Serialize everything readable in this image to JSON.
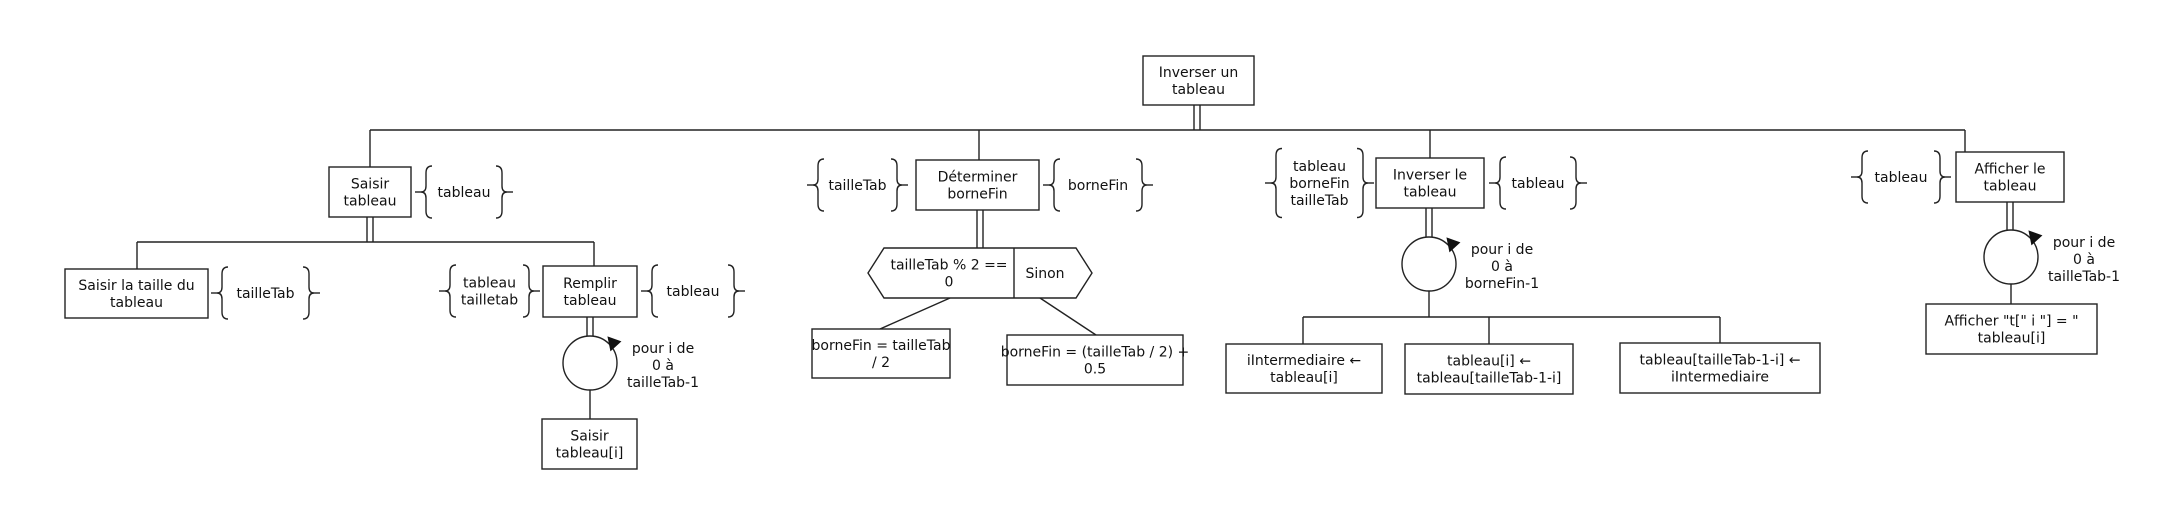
{
  "root": {
    "label": [
      "Inverser un",
      "tableau"
    ]
  },
  "saisir": {
    "label": [
      "Saisir",
      "tableau"
    ],
    "out": [
      "tableau"
    ],
    "taille": {
      "label": [
        "Saisir la taille du",
        "tableau"
      ],
      "out": [
        "tailleTab"
      ]
    },
    "remplir": {
      "label": [
        "Remplir",
        "tableau"
      ],
      "in": [
        "tableau",
        "tailletab"
      ],
      "out": [
        "tableau"
      ],
      "loop": [
        "pour i de",
        "0 à",
        "tailleTab-1"
      ],
      "child": [
        "Saisir",
        "tableau[i]"
      ]
    }
  },
  "determiner": {
    "label": [
      "Déterminer",
      "borneFin"
    ],
    "in": [
      "tailleTab"
    ],
    "out": [
      "borneFin"
    ],
    "condition": [
      "tailleTab % 2 ==",
      "0"
    ],
    "sinon": "Sinon",
    "if_true": [
      "borneFin = tailleTab",
      "/ 2"
    ],
    "if_false": [
      "borneFin = (tailleTab / 2) +",
      "0.5"
    ]
  },
  "inverser": {
    "label": [
      "Inverser le",
      "tableau"
    ],
    "in": [
      "tableau",
      "borneFin",
      "tailleTab"
    ],
    "out": [
      "tableau"
    ],
    "loop": [
      "pour i de",
      "0 à",
      "borneFin-1"
    ],
    "steps": [
      [
        "iIntermediaire ←",
        "tableau[i]"
      ],
      [
        "tableau[i] ←",
        "tableau[tailleTab-1-i]"
      ],
      [
        "tableau[tailleTab-1-i] ←",
        "iIntermediaire"
      ]
    ]
  },
  "afficher": {
    "label": [
      "Afficher le",
      "tableau"
    ],
    "in": [
      "tableau"
    ],
    "loop": [
      "pour i de",
      "0 à",
      "tailleTab-1"
    ],
    "child": [
      "Afficher \"t[\" i \"] = \"",
      "tableau[i]"
    ]
  }
}
